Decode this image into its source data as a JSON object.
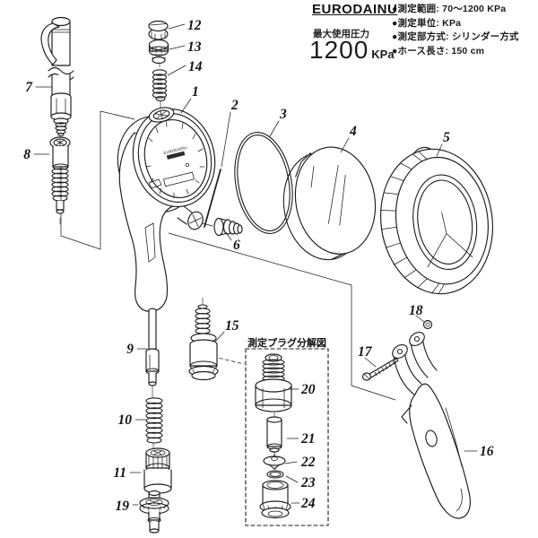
{
  "header": {
    "brand": "EURODAINU",
    "max_pressure_label": "最大使用圧力",
    "max_pressure_value": "1200",
    "max_pressure_unit": "KPa",
    "specs": [
      "●測定範囲: 70〜1200 KPa",
      "●測定単位: KPa",
      "●測定部方式: シリンダー方式",
      "●ホース長さ: 150 cm"
    ]
  },
  "diagram": {
    "inset_title": "測定プラグ分解図",
    "gauge_face_text": "EURODAINU",
    "part_labels": {
      "n1": "1",
      "n2": "2",
      "n3": "3",
      "n4": "4",
      "n5": "5",
      "n6": "6",
      "n7": "7",
      "n8": "8",
      "n9": "9",
      "n10": "10",
      "n11": "11",
      "n12": "12",
      "n13": "13",
      "n14": "14",
      "n15": "15",
      "n16": "16",
      "n17": "17",
      "n18": "18",
      "n19": "19",
      "n20": "20",
      "n21": "21",
      "n22": "22",
      "n23": "23",
      "n24": "24"
    }
  },
  "colors": {
    "ink": "#1c1c1c",
    "paper": "#ffffff"
  }
}
